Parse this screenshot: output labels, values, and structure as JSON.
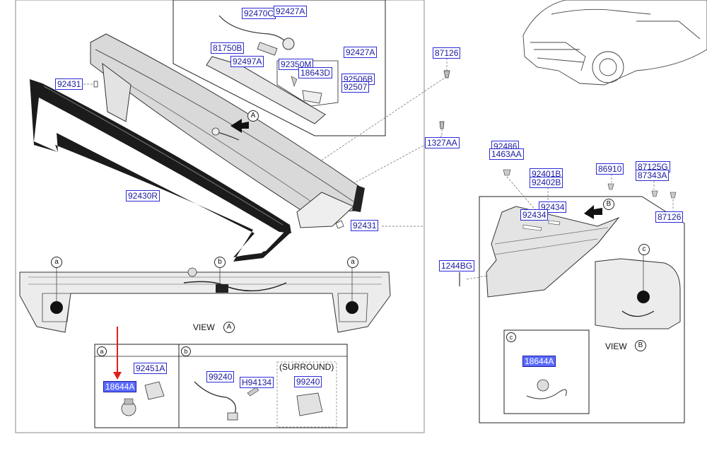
{
  "diagram": {
    "labels": {
      "p92470c": "92470C",
      "p92427a_1": "92427A",
      "p81750b": "81750B",
      "p92427a_2": "92427A",
      "p92497a": "92497A",
      "p92350m": "92350M",
      "p18643d": "18643D",
      "p92506b": "92506B",
      "p92507": "92507",
      "p92431_1": "92431",
      "p87126_1": "87126",
      "p1327aa": "1327AA",
      "p92430r": "92430R",
      "p92431_2": "92431",
      "p92486": "92486",
      "p1463aa": "1463AA",
      "p92401b": "92401B",
      "p92402b": "92402B",
      "p86910": "86910",
      "p87125g": "87125G",
      "p87343a": "87343A",
      "p92434_1": "92434",
      "p92434_2": "92434",
      "p87126_2": "87126",
      "p1244bg": "1244BG",
      "p92451a": "92451A",
      "p18644a_1": "18644A",
      "p99240_1": "99240",
      "p h94134": "H94134",
      "p99240_2": "99240",
      "p18644a_2": "18644A"
    },
    "texts": {
      "view_a": "VIEW",
      "view_b": "VIEW",
      "surround": "(SURROUND)"
    },
    "callouts": {
      "a1": "a",
      "a2": "a",
      "b1": "b",
      "A_arrow": "A",
      "A_view": "A",
      "B_arrow": "B",
      "B_view": "B",
      "c1": "c",
      "box_a": "a",
      "box_b": "b",
      "box_c": "c"
    },
    "colors": {
      "label_border": "#2b2bd6",
      "label_text": "#1a1aa0",
      "highlight_fill": "#5b6bff",
      "pointer_arrow": "#e0201a"
    }
  }
}
